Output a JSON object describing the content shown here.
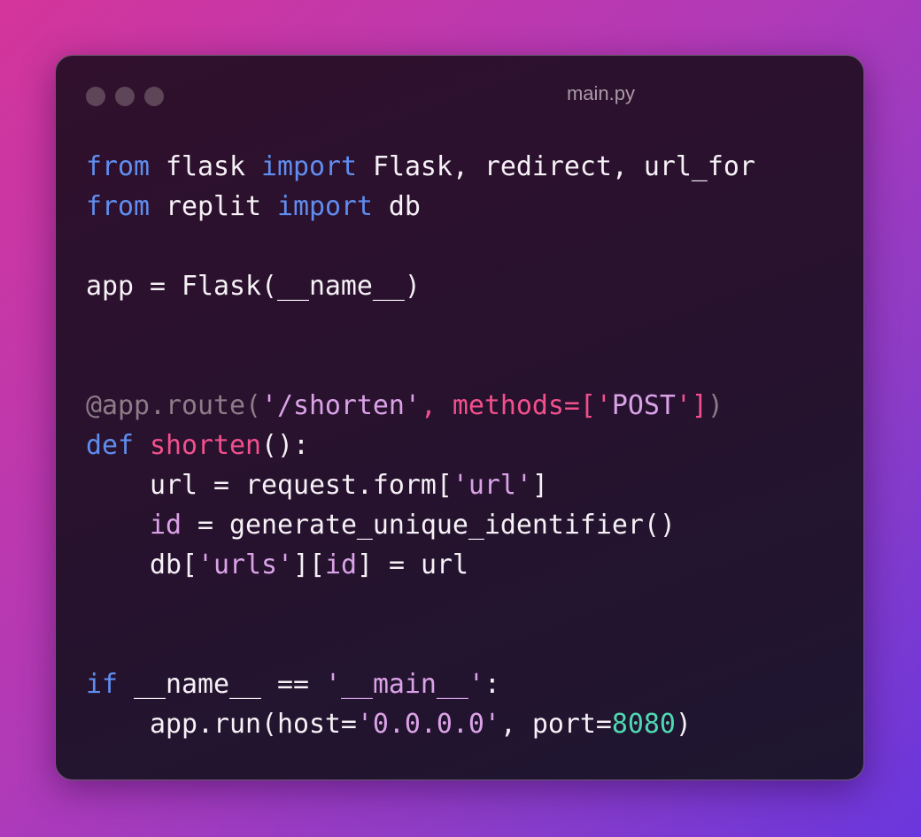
{
  "window": {
    "title": "main.py",
    "colors": {
      "keyword": "#5f8ef0",
      "decorator": "#8c7c88",
      "string": "#dba2e8",
      "function": "#f2508c",
      "number": "#4fd9b2",
      "text": "#f6f1f6"
    }
  },
  "code": {
    "lines": [
      [
        [
          "kw",
          "from"
        ],
        [
          "txt",
          " flask "
        ],
        [
          "kw",
          "import"
        ],
        [
          "txt",
          " Flask, redirect, url_for"
        ]
      ],
      [
        [
          "kw",
          "from"
        ],
        [
          "txt",
          " replit "
        ],
        [
          "kw",
          "import"
        ],
        [
          "txt",
          " db"
        ]
      ],
      [],
      [
        [
          "txt",
          "app = Flask(__name__)"
        ]
      ],
      [],
      [],
      [
        [
          "dec",
          "@app.route("
        ],
        [
          "str",
          "'/shorten'"
        ],
        [
          "pink",
          ", methods=['"
        ],
        [
          "str",
          "POST"
        ],
        [
          "pink",
          "']"
        ],
        [
          "dec",
          ")"
        ]
      ],
      [
        [
          "kw",
          "def"
        ],
        [
          "txt",
          " "
        ],
        [
          "pink",
          "shorten"
        ],
        [
          "txt",
          "():"
        ]
      ],
      [
        [
          "txt",
          "    url = request.form["
        ],
        [
          "str",
          "'url'"
        ],
        [
          "txt",
          "]"
        ]
      ],
      [
        [
          "txt",
          "    "
        ],
        [
          "var",
          "id"
        ],
        [
          "txt",
          " = generate_unique_identifier()"
        ]
      ],
      [
        [
          "txt",
          "    db["
        ],
        [
          "str",
          "'urls'"
        ],
        [
          "txt",
          "]["
        ],
        [
          "var",
          "id"
        ],
        [
          "txt",
          "] = url"
        ]
      ],
      [],
      [],
      [
        [
          "kw",
          "if"
        ],
        [
          "txt",
          " __name__ == "
        ],
        [
          "str",
          "'__main__'"
        ],
        [
          "txt",
          ":"
        ]
      ],
      [
        [
          "txt",
          "    app.run(host="
        ],
        [
          "str",
          "'0.0.0.0'"
        ],
        [
          "txt",
          ", port="
        ],
        [
          "num",
          "8080"
        ],
        [
          "txt",
          ")"
        ]
      ]
    ]
  }
}
